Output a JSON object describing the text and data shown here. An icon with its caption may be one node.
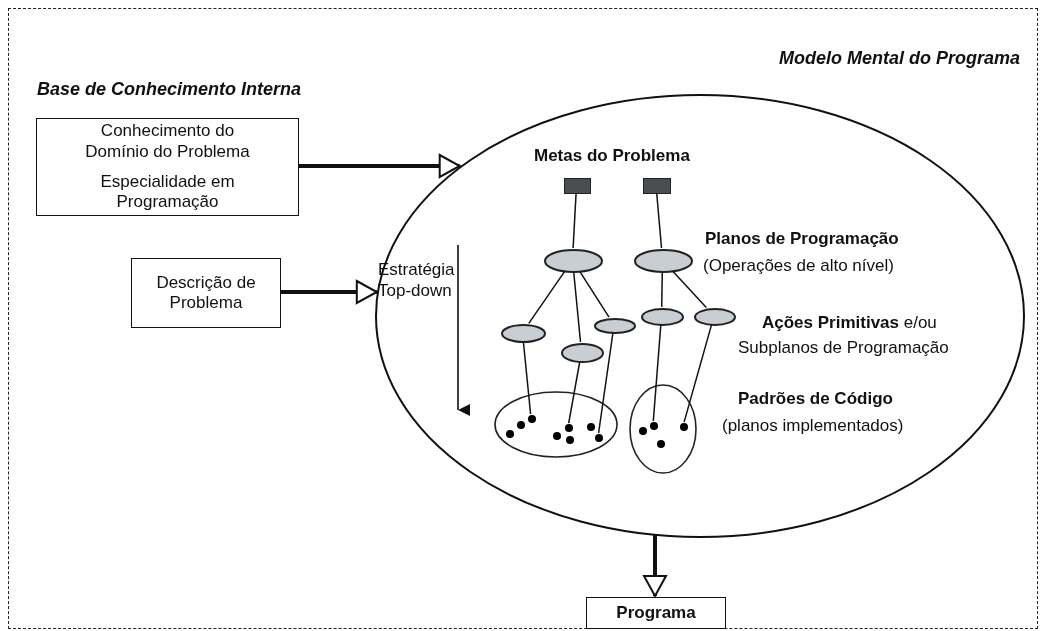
{
  "diagram": {
    "nodes": [
      {
        "text": [
          "Base de Conhecimento Interna"
        ]
      },
      {
        "text": [
          "Conhecimento do Domínio do Problema",
          "Especialidade em Programação"
        ],
        "in": 0
      },
      {
        "text": [
          "Descrição de Problema"
        ],
        "in": 0
      },
      {
        "text": [
          "Modelo Mental do Programa"
        ],
        "in": 0
      },
      {
        "text": [],
        "shape": "box",
        "in": 3
      },
      {
        "text": [],
        "shape": "box",
        "in": 3
      },
      {
        "text": [],
        "shape": "ellipse",
        "in": 3
      },
      {
        "text": [],
        "shape": "ellipse",
        "in": 3
      },
      {
        "text": [],
        "shape": "ellipse",
        "in": 3
      },
      {
        "text": [],
        "shape": "ellipse",
        "in": 3
      },
      {
        "text": [],
        "shape": "ellipse",
        "in": 3
      },
      {
        "text": [],
        "shape": "ellipse",
        "in": 3
      },
      {
        "text": [],
        "shape": "ellipse",
        "in": 3
      },
      {
        "text": [],
        "shape": "ellipse",
        "in": 3
      },
      {
        "text": [],
        "shape": "ellipse",
        "in": 3
      },
      {
        "text": [],
        "shape": "dot",
        "in": 13
      },
      {
        "text": [],
        "shape": "dot",
        "in": 13
      },
      {
        "text": [],
        "shape": "dot",
        "in": 13
      },
      {
        "text": [],
        "shape": "dot",
        "in": 13
      },
      {
        "text": [],
        "shape": "dot",
        "in": 13
      },
      {
        "text": [],
        "shape": "dot",
        "in": 13
      },
      {
        "text": [],
        "shape": "dot",
        "in": 13
      },
      {
        "text": [],
        "shape": "dot",
        "in": 13
      },
      {
        "text": [],
        "shape": "dot",
        "in": 14
      },
      {
        "text": [],
        "shape": "dot",
        "in": 14
      },
      {
        "text": [],
        "shape": "dot",
        "in": 14
      },
      {
        "text": [],
        "shape": "dot",
        "in": 14
      },
      {
        "text": [
          "Programa"
        ],
        "in": 0
      }
    ],
    "edges": [
      {
        "from": 1,
        "to": 3,
        "arrow": "to",
        "style": "thick"
      },
      {
        "from": 2,
        "to": 3,
        "arrow": "to",
        "style": "thick"
      },
      {
        "from": 4,
        "to": 6,
        "arrow": "none"
      },
      {
        "from": 5,
        "to": 7,
        "arrow": "none"
      },
      {
        "from": 6,
        "to": 8,
        "arrow": "none"
      },
      {
        "from": 6,
        "to": 9,
        "arrow": "none"
      },
      {
        "from": 6,
        "to": 10,
        "arrow": "none"
      },
      {
        "from": 7,
        "to": 11,
        "arrow": "none"
      },
      {
        "from": 7,
        "to": 12,
        "arrow": "none"
      },
      {
        "from": 8,
        "to": 17,
        "arrow": "none"
      },
      {
        "from": 9,
        "to": 19,
        "arrow": "none"
      },
      {
        "from": 10,
        "to": 22,
        "arrow": "none"
      },
      {
        "from": 11,
        "to": 24,
        "arrow": "none"
      },
      {
        "from": 12,
        "to": 26,
        "arrow": "none"
      },
      {
        "from": 3,
        "to": 27,
        "arrow": "to",
        "style": "thick"
      }
    ],
    "labels": [
      "Metas do Problema",
      "Estratégia Top-down",
      "Planos de Programação",
      "(Operações de alto nível)",
      "**Ações Primitivas** e/ou",
      "Subplanos de Programação",
      "Padrões de Código",
      "(planos implementados)"
    ]
  }
}
